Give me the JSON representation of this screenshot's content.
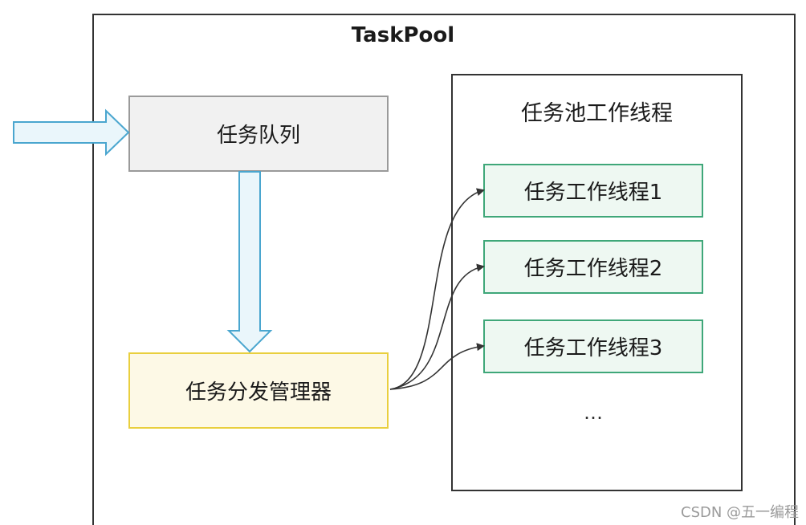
{
  "diagram": {
    "title": "TaskPool",
    "task_queue": {
      "label": "任务队列"
    },
    "dispatcher": {
      "label": "任务分发管理器"
    },
    "worker_pool": {
      "title": "任务池工作线程",
      "workers": [
        {
          "label": "任务工作线程1"
        },
        {
          "label": "任务工作线程2"
        },
        {
          "label": "任务工作线程3"
        }
      ],
      "more": "…"
    }
  },
  "watermark": "CSDN @五一编程",
  "colors": {
    "arrow_fill": "#eaf6fb",
    "arrow_stroke": "#4aa6cf",
    "queue_fill": "#f1f1f1",
    "dispatcher_fill": "#fdf9e6",
    "dispatcher_border": "#e9cf3e",
    "worker_fill": "#eef8f2",
    "worker_border": "#3fa779"
  }
}
